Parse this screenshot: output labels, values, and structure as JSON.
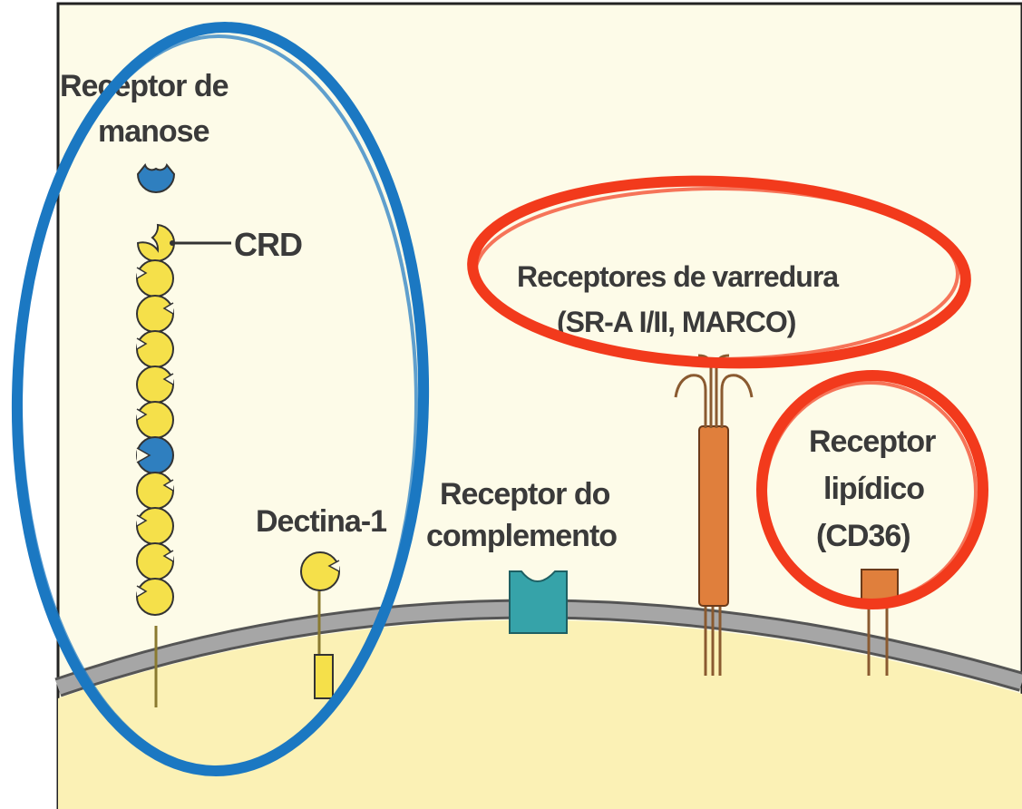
{
  "diagram": {
    "labels": {
      "mannose_receptor_line1": "Receptor de",
      "mannose_receptor_line2": "manose",
      "crd": "CRD",
      "dectin": "Dectina-1",
      "complement_line1": "Receptor do",
      "complement_line2": "complemento",
      "scavenger_line1": "Receptores de varredura",
      "scavenger_line2": "(SR-A I/II, MARCO)",
      "lipid_line1": "Receptor",
      "lipid_line2": "lipídico",
      "lipid_line3": "(CD36)"
    },
    "colors": {
      "background": "#fdfbe8",
      "cell": "#fbf1b5",
      "membrane": "#9e9e9e",
      "crd_yellow": "#f5e04a",
      "domain_blue": "#2f7fbf",
      "complement_teal": "#36a3a9",
      "scavenger_orange": "#e07f3c",
      "highlight_blue": "#1b78c2",
      "highlight_red": "#f23a1c"
    }
  }
}
